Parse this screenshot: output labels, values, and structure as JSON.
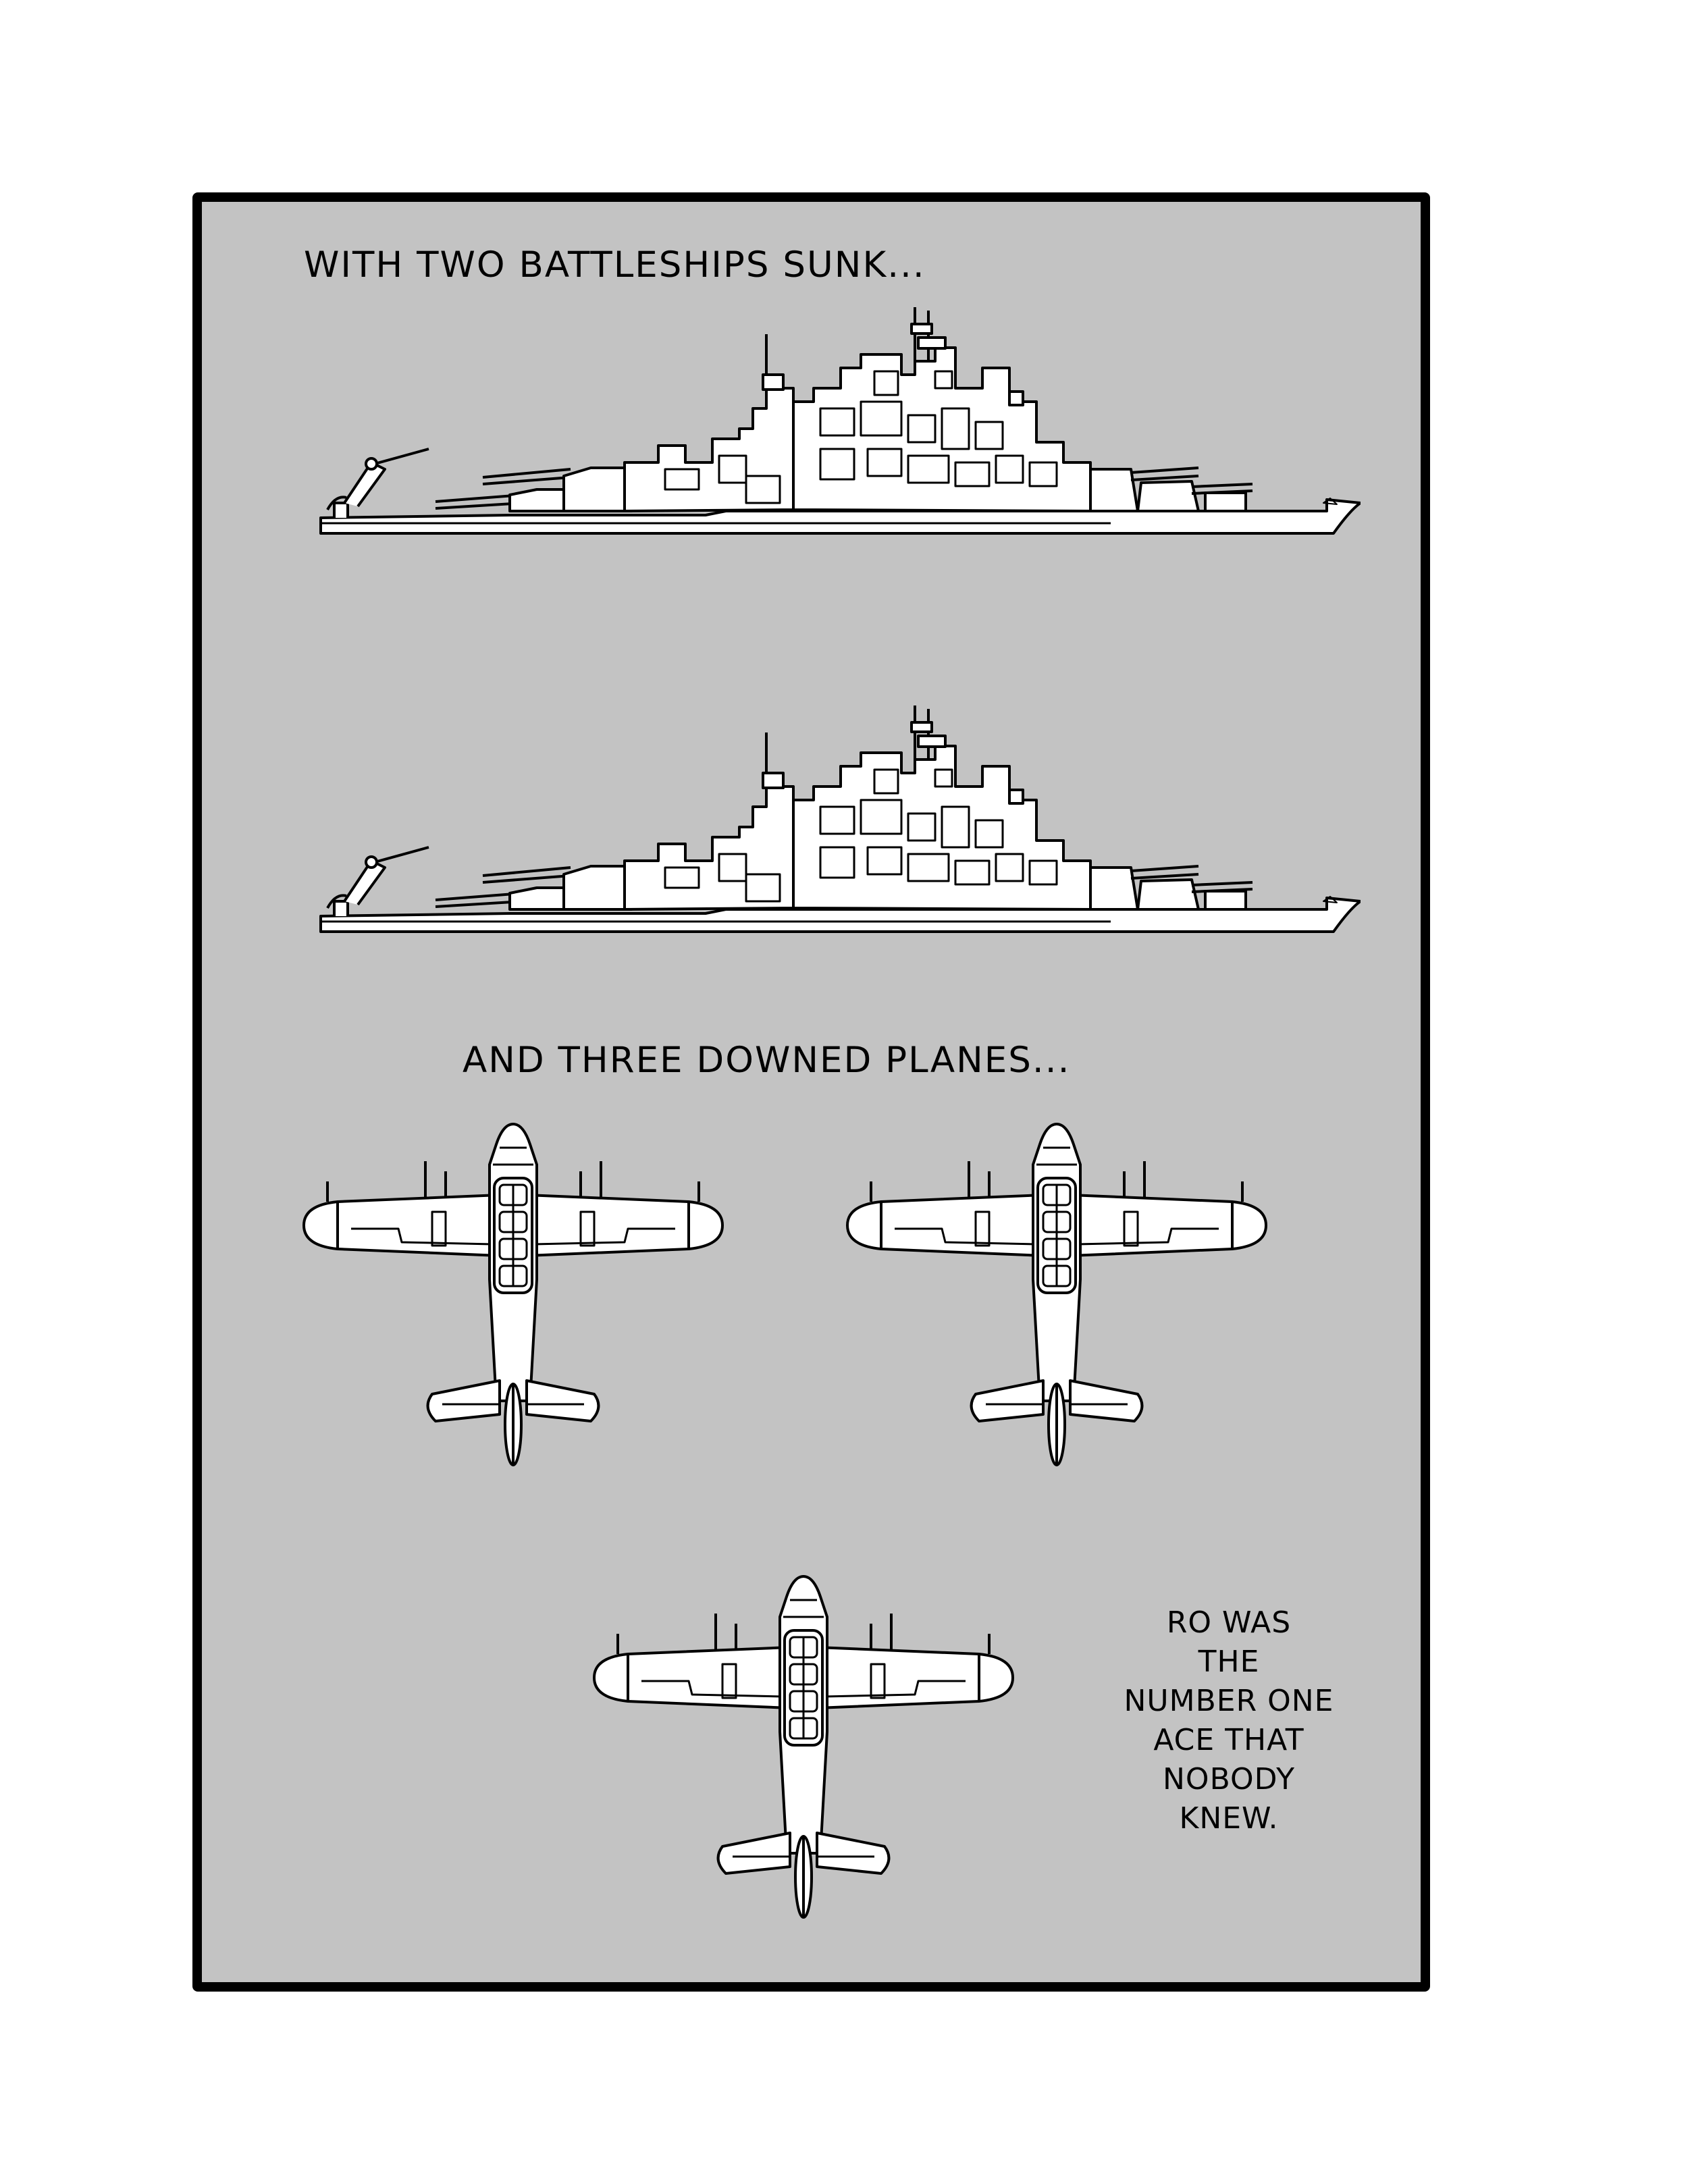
{
  "captions": {
    "top": "WITH TWO BATTLESHIPS SUNK...",
    "middle": "AND THREE DOWNED PLANES...",
    "bottom_lines": [
      "RO WAS",
      "THE",
      "NUMBER ONE",
      "ACE THAT",
      "NOBODY",
      "KNEW."
    ]
  },
  "colors": {
    "panel": "#c3c3c3",
    "border": "#000000",
    "line": "#000000",
    "fill": "#ffffff",
    "page": "#ffffff"
  },
  "illustrations": {
    "battleships": 2,
    "planes": 3
  }
}
